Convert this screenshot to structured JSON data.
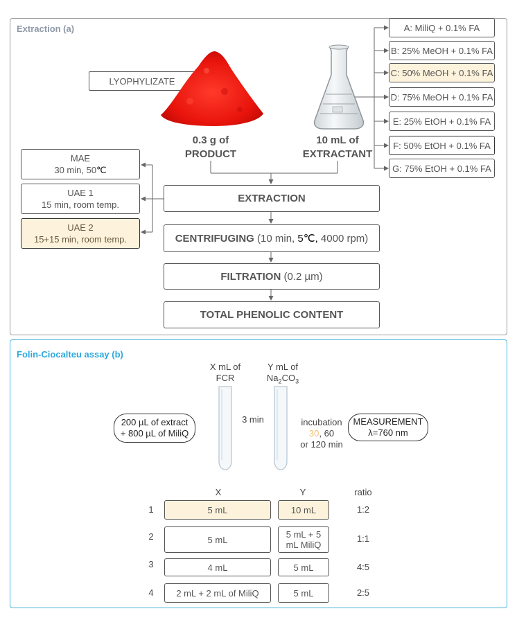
{
  "panel_a": {
    "title": "Extraction (a)",
    "lyophylizate": "LYOPHYLIZATE",
    "product_line1": "0.3 g of",
    "product_line2": "PRODUCT",
    "extractant_line1": "10 mL of",
    "extractant_line2": "EXTRACTANT",
    "solvents": [
      {
        "label": "A: MiliQ + 0.1% FA",
        "highlight": false
      },
      {
        "label": "B: 25% MeOH + 0.1% FA",
        "highlight": false
      },
      {
        "label": "C: 50% MeOH + 0.1% FA",
        "highlight": true
      },
      {
        "label": "D: 75% MeOH + 0.1% FA",
        "highlight": false
      },
      {
        "label": "E: 25% EtOH + 0.1% FA",
        "highlight": false
      },
      {
        "label": "F: 50% EtOH + 0.1% FA",
        "highlight": false
      },
      {
        "label": "G: 75% EtOH + 0.1% FA",
        "highlight": false
      }
    ],
    "methods": [
      {
        "name": "MAE",
        "detail_a": "30 min, 50",
        "detail_b": "℃",
        "highlight": false
      },
      {
        "name": "UAE 1",
        "detail_a": "15 min, room temp.",
        "detail_b": "",
        "highlight": false
      },
      {
        "name": "UAE 2",
        "detail_a": "15+15 min, room temp.",
        "detail_b": "",
        "highlight": true
      }
    ],
    "steps": {
      "extraction": "EXTRACTION",
      "centrifuging_bold": "CENTRIFUGING",
      "centrifuging_a": " (10 min, ",
      "centrifuging_b": "5℃,",
      "centrifuging_c": " 4000 rpm)",
      "filtration_bold": "FILTRATION",
      "filtration_rest": " (0.2 µm)",
      "tpc": "TOTAL PHENOLIC CONTENT"
    }
  },
  "panel_b": {
    "title": "Folin-Ciocalteu assay (b)",
    "fcr_line1": "X mL of",
    "fcr_line2": "FCR",
    "na_line1": "Y mL of",
    "na_line2a": "Na",
    "na_sub1": "2",
    "na_line2b": "CO",
    "na_sub2": "3",
    "start_line1": "200 µL of extract",
    "start_line2": "+ 800 µL of MiliQ",
    "wait": "3 min",
    "incubation_line1": "incubation",
    "incubation_hl": "30",
    "incubation_line2": ", 60",
    "incubation_line3": "or 120 min",
    "measurement_line1": "MEASUREMENT",
    "measurement_line2": "λ=760 nm",
    "table": {
      "col_x": "X",
      "col_y": "Y",
      "col_ratio": "ratio",
      "rows": [
        {
          "n": "1",
          "x": "5 mL",
          "y": "10 mL",
          "y2": "",
          "ratio": "1:2",
          "highlight": true
        },
        {
          "n": "2",
          "x": "5 mL",
          "y": "5 mL + 5",
          "y2": "mL MiliQ",
          "ratio": "1:1",
          "highlight": false
        },
        {
          "n": "3",
          "x": "4 mL",
          "y": "5 mL",
          "y2": "",
          "ratio": "4:5",
          "highlight": false
        },
        {
          "n": "4",
          "x": "2 mL + 2 mL of MiliQ",
          "y": "5 mL",
          "y2": "",
          "ratio": "2:5",
          "highlight": false
        }
      ]
    }
  },
  "colors": {
    "panel_a_border": "#9a9a9a",
    "panel_b_border": "#4cb4dd",
    "panel_b_title": "#2ea8db",
    "highlight_fill": "#fdf3dc",
    "highlight_text": "#f5c07a",
    "powder": "#e8140c"
  },
  "icons": [
    "powder-pile-image",
    "erlenmeyer-flask-icon",
    "test-tube-icon"
  ]
}
